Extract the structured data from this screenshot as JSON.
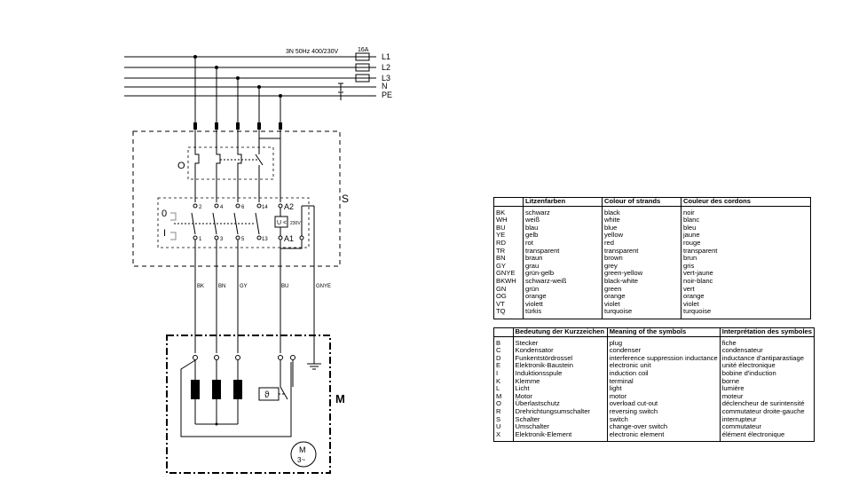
{
  "supply": {
    "spec": "3N  50Hz 400/230V",
    "fuse": "16A",
    "lines": [
      "L1",
      "L2",
      "L3",
      "N",
      "PE"
    ]
  },
  "switch": {
    "label": "S",
    "off_mark": "O",
    "pos_0": "0",
    "pos_1": "I",
    "terminals_top": [
      "2",
      "4",
      "6",
      "14",
      "A2"
    ],
    "terminals_bottom": [
      "1",
      "3",
      "5",
      "13",
      "A1"
    ],
    "coil_label": "U <",
    "coil_voltage": "230V"
  },
  "wires": [
    "BK",
    "BN",
    "GY",
    "BU",
    "GNYE"
  ],
  "motor": {
    "label": "M",
    "symbol_m": "M",
    "symbol_phase": "3~",
    "thermal": "ϑ"
  },
  "colour_table": {
    "headers": [
      "",
      "Litzenfarben",
      "Colour of strands",
      "Couleur des cordons"
    ],
    "rows": [
      [
        "BK",
        "schwarz",
        "black",
        "noir"
      ],
      [
        "WH",
        "weiß",
        "white",
        "blanc"
      ],
      [
        "BU",
        "blau",
        "blue",
        "bleu"
      ],
      [
        "YE",
        "gelb",
        "yellow",
        "jaune"
      ],
      [
        "RD",
        "rot",
        "red",
        "rouge"
      ],
      [
        "TR",
        "transparent",
        "transparent",
        "transparent"
      ],
      [
        "BN",
        "braun",
        "brown",
        "brun"
      ],
      [
        "GY",
        "grau",
        "grey",
        "gris"
      ],
      [
        "GNYE",
        "grün-gelb",
        "green-yellow",
        "vert-jaune"
      ],
      [
        "BKWH",
        "schwarz-weiß",
        "black-white",
        "noir-blanc"
      ],
      [
        "GN",
        "grün",
        "green",
        "vert"
      ],
      [
        "OG",
        "orange",
        "orange",
        "orange"
      ],
      [
        "VT",
        "violett",
        "violet",
        "violet"
      ],
      [
        "TQ",
        "türkis",
        "turquoise",
        "turquoise"
      ]
    ]
  },
  "symbol_table": {
    "headers": [
      "",
      "Bedeutung der Kurzzeichen",
      "Meaning of the symbols",
      "Interprétation des symboles"
    ],
    "rows": [
      [
        "B",
        "Stecker",
        "plug",
        "fiche"
      ],
      [
        "C",
        "Kondensator",
        "condenser",
        "condensateur"
      ],
      [
        "D",
        "Funkentstördrossel",
        "interference suppression inductance",
        "inductance d'antiparastiage"
      ],
      [
        "E",
        "Elektronik-Baustein",
        "electronic unit",
        "unité électronique"
      ],
      [
        "I",
        "Induktionsspule",
        "induction coil",
        "bobine d'induction"
      ],
      [
        "K",
        "Klemme",
        "terminal",
        "borne"
      ],
      [
        "L",
        "Licht",
        "light",
        "lumière"
      ],
      [
        "M",
        "Motor",
        "motor",
        "moteur"
      ],
      [
        "O",
        "Überlastschutz",
        "overload cut-out",
        "déclencheur de surintensité"
      ],
      [
        "R",
        "Drehrichtungsumschalter",
        "reversing switch",
        "commutateur droite-gauche"
      ],
      [
        "S",
        "Schalter",
        "switch",
        "interrupteur"
      ],
      [
        "U",
        "Umschalter",
        "change-over switch",
        "commutateur"
      ],
      [
        "X",
        "Elektronik-Element",
        "electronic element",
        "élément électronique"
      ]
    ]
  }
}
